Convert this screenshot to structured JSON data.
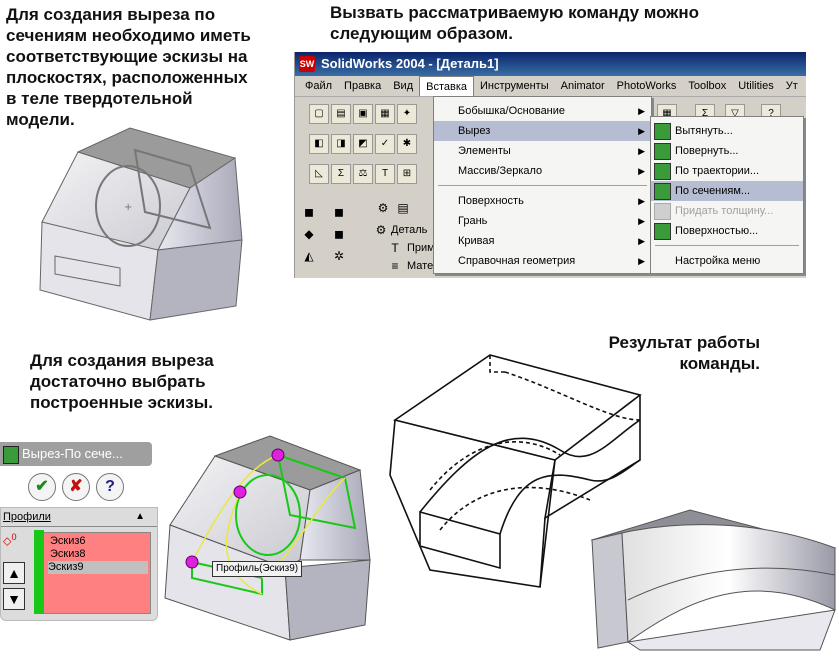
{
  "headings": {
    "top_left": [
      "Для создания выреза по",
      "сечениям необходимо иметь",
      "соответствующие эскизы на",
      "плоскостях, расположенных",
      "в теле твердотельной",
      "модели."
    ],
    "top_right": [
      "Вызвать рассматриваемую команду можно",
      "следующим образом."
    ],
    "mid_left": [
      "Для создания выреза",
      "достаточно выбрать",
      "построенные эскизы."
    ],
    "mid_right": [
      "Результат работы",
      "команды."
    ]
  },
  "window": {
    "title": "SolidWorks 2004 - [Деталь1]",
    "logo": "SW",
    "menubar": [
      "Файл",
      "Правка",
      "Вид",
      "Вставка",
      "Инструменты",
      "Animator",
      "PhotoWorks",
      "Toolbox",
      "Utilities",
      "Ут"
    ],
    "active_menu": "Вставка",
    "tree": {
      "root": "Деталь",
      "item1": "Прим",
      "item2": "Мате"
    }
  },
  "insert_menu": {
    "items": [
      "Бобышка/Основание",
      "Вырез",
      "Элементы",
      "Массив/Зеркало",
      "Поверхность",
      "Грань",
      "Кривая",
      "Справочная геометрия"
    ],
    "selected": "Вырез"
  },
  "cut_submenu": {
    "items": [
      "Вытянуть...",
      "Повернуть...",
      "По траектории...",
      "По сечениям...",
      "Придать толщину...",
      "Поверхностью...",
      "Настройка меню"
    ],
    "selected": "По сечениям...",
    "disabled": "Придать толщину..."
  },
  "property_manager": {
    "title": "Вырез-По сече...",
    "ok": "✔",
    "cancel": "✘",
    "help": "?",
    "section": "Профили",
    "profiles": [
      "Эскиз6",
      "Эскиз8",
      "Эскиз9"
    ],
    "selected_profile": "Эскиз9",
    "sketch_icon_count": "0",
    "up": "▲",
    "down": "▼"
  },
  "callout": "Профиль(Эскиз9)",
  "colors": {
    "menu_highlight": "#b6bdd2",
    "sketch_green": "#18c818",
    "handle_magenta": "#e020e0",
    "list_background": "#ff8080",
    "title_bar": "#0a246a"
  }
}
